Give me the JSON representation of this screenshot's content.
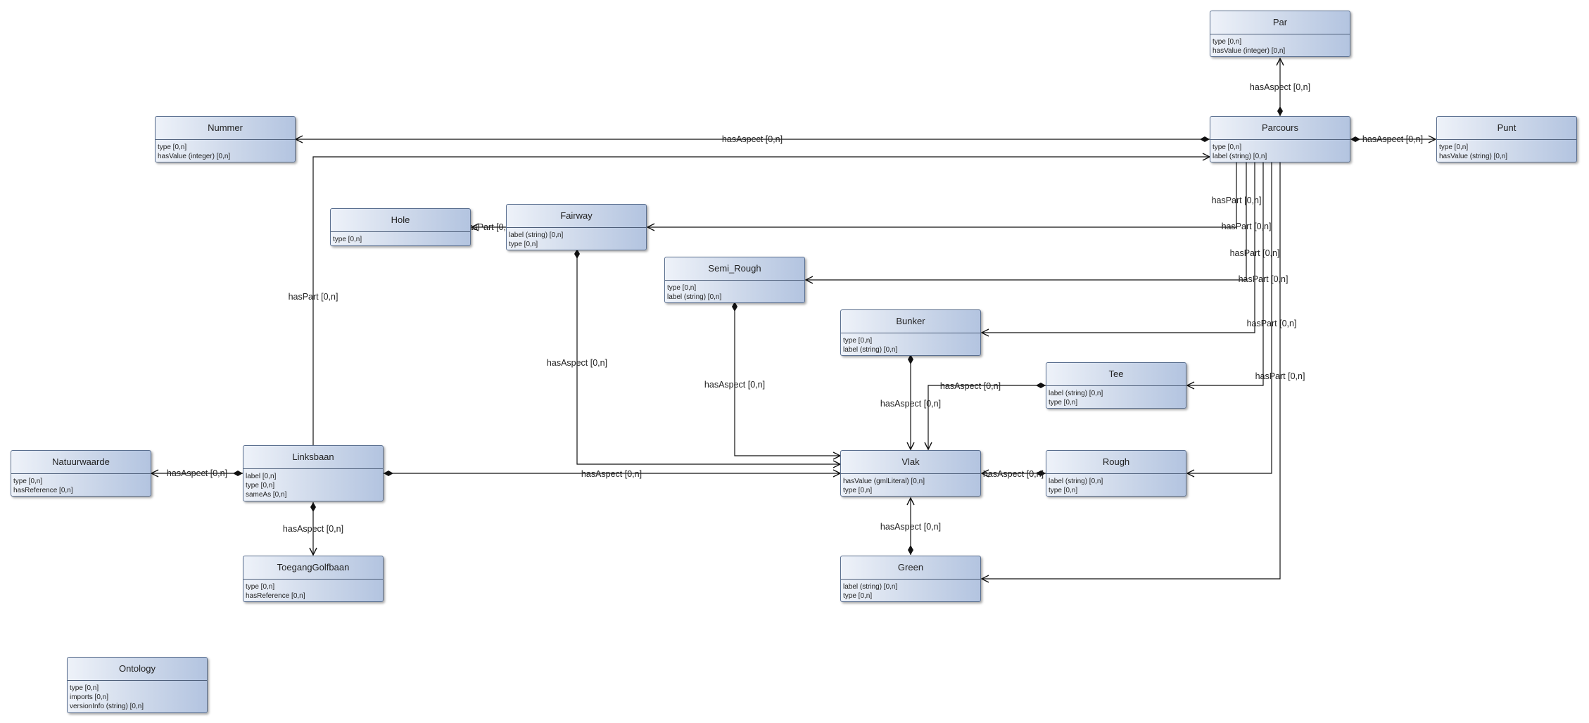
{
  "classes": {
    "par": {
      "name": "Par",
      "attrs": [
        "type [0,n]",
        "hasValue (integer) [0,n]"
      ]
    },
    "nummer": {
      "name": "Nummer",
      "attrs": [
        "type [0,n]",
        "hasValue (integer) [0,n]"
      ]
    },
    "parcours": {
      "name": "Parcours",
      "attrs": [
        "type [0,n]",
        "label (string) [0,n]"
      ]
    },
    "punt": {
      "name": "Punt",
      "attrs": [
        "type [0,n]",
        "hasValue (string) [0,n]"
      ]
    },
    "hole": {
      "name": "Hole",
      "attrs": [
        "type [0,n]"
      ]
    },
    "fairway": {
      "name": "Fairway",
      "attrs": [
        "label (string) [0,n]",
        "type [0,n]"
      ]
    },
    "semi_rough": {
      "name": "Semi_Rough",
      "attrs": [
        "type [0,n]",
        "label (string) [0,n]"
      ]
    },
    "bunker": {
      "name": "Bunker",
      "attrs": [
        "type [0,n]",
        "label (string) [0,n]"
      ]
    },
    "tee": {
      "name": "Tee",
      "attrs": [
        "label (string) [0,n]",
        "type [0,n]"
      ]
    },
    "natuurwaarde": {
      "name": "Natuurwaarde",
      "attrs": [
        "type [0,n]",
        "hasReference [0,n]"
      ]
    },
    "linksbaan": {
      "name": "Linksbaan",
      "attrs": [
        "label [0,n]",
        "type [0,n]",
        "sameAs [0,n]"
      ]
    },
    "vlak": {
      "name": "Vlak",
      "attrs": [
        "hasValue (gmlLiteral) [0,n]",
        "type [0,n]"
      ]
    },
    "rough": {
      "name": "Rough",
      "attrs": [
        "label (string) [0,n]",
        "type [0,n]"
      ]
    },
    "toeganggolfbaan": {
      "name": "ToegangGolfbaan",
      "attrs": [
        "type [0,n]",
        "hasReference [0,n]"
      ]
    },
    "green": {
      "name": "Green",
      "attrs": [
        "label (string) [0,n]",
        "type [0,n]"
      ]
    },
    "ontology": {
      "name": "Ontology",
      "attrs": [
        "type [0,n]",
        "imports [0,n]",
        "versionInfo (string) [0,n]"
      ]
    }
  },
  "relations": {
    "parcours_par": "hasAspect [0,n]",
    "parcours_nummer": "hasAspect [0,n]",
    "parcours_punt": "hasAspect [0,n]",
    "linksbaan_parcours": "hasPart [0,n]",
    "fairway_hole": "hasPart [0,n]",
    "parcours_fairway": "hasPart [0,n]",
    "parcours_semirough": "hasPart [0,n]",
    "parcours_semirough_2": "hasPart [0,n]",
    "parcours_bunker": "hasPart [0,n]",
    "parcours_tee": "hasPart [0,n]",
    "fairway_vlak": "hasAspect [0,n]",
    "semirough_vlak": "hasAspect [0,n]",
    "tee_vlak": "hasAspect [0,n]",
    "bunker_vlak": "hasAspect [0,n]",
    "linksbaan_natuurwaarde": "hasAspect [0,n]",
    "linksbaan_vlak": "hasAspect [0,n]",
    "rough_vlak": "hasAspect [0,n]",
    "linksbaan_toegang": "hasAspect [0,n]",
    "green_vlak": "hasAspect [0,n]"
  }
}
